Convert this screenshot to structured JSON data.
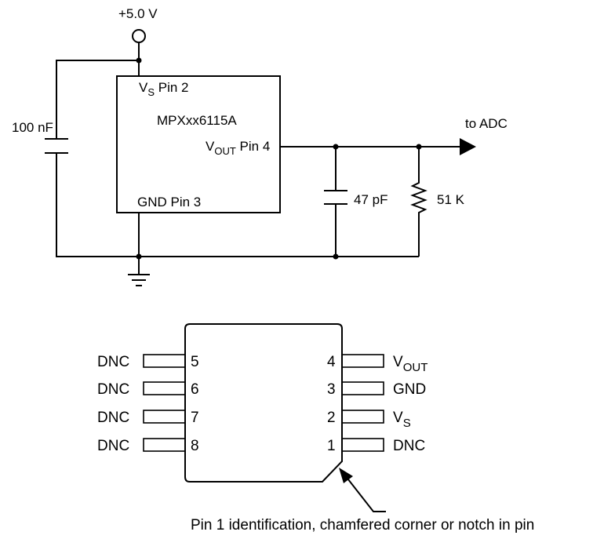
{
  "schematic": {
    "supply": "+5.0 V",
    "bypass_cap": "100 nF",
    "chip": {
      "vs_main": "V",
      "vs_sub": "S",
      "vs_pin": " Pin 2",
      "part": "MPXxx6115A",
      "vout_main": "V",
      "vout_sub": "OUT",
      "vout_pin": " Pin 4",
      "gnd_label": "GND Pin 3"
    },
    "output": "to ADC",
    "filter_cap": "47 pF",
    "pull_resistor": "51 K"
  },
  "package": {
    "left_pins": [
      {
        "name": "DNC",
        "num": "5"
      },
      {
        "name": "DNC",
        "num": "6"
      },
      {
        "name": "DNC",
        "num": "7"
      },
      {
        "name": "DNC",
        "num": "8"
      }
    ],
    "right_pins": [
      {
        "num": "4",
        "main": "V",
        "sub": "OUT"
      },
      {
        "num": "3",
        "main": "GND",
        "sub": ""
      },
      {
        "num": "2",
        "main": "V",
        "sub": "S"
      },
      {
        "num": "1",
        "main": "DNC",
        "sub": ""
      }
    ],
    "pin1_note": "Pin 1 identification, chamfered corner or notch in pin"
  },
  "colors": {
    "line": "#000000",
    "background": "#ffffff"
  }
}
